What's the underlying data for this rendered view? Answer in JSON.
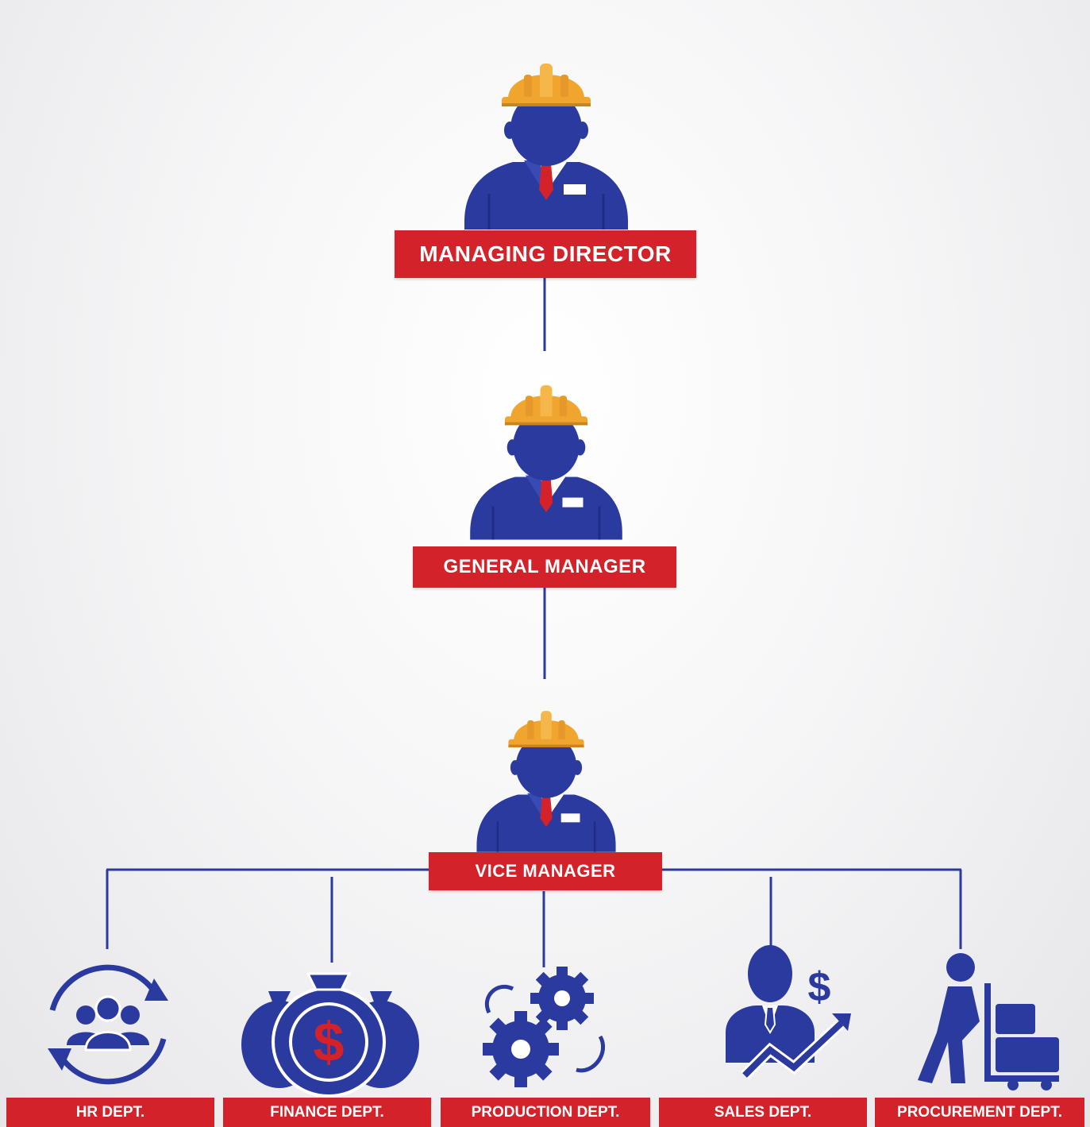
{
  "roles": {
    "managing_director": "MANAGING DIRECTOR",
    "general_manager": "GENERAL MANAGER",
    "vice_manager": "VICE MANAGER"
  },
  "departments": [
    {
      "label": "HR DEPT.",
      "icon": "team-cycle-icon"
    },
    {
      "label": "FINANCE DEPT.",
      "icon": "money-bags-icon"
    },
    {
      "label": "PRODUCTION DEPT.",
      "icon": "gears-icon"
    },
    {
      "label": "SALES DEPT.",
      "icon": "sales-growth-icon"
    },
    {
      "label": "PROCUREMENT DEPT.",
      "icon": "hand-truck-icon"
    }
  ],
  "colors": {
    "navy": "#2b3a9f",
    "red": "#d3222a",
    "helmet": "#f0a52e",
    "connector": "#2b3a9f"
  }
}
